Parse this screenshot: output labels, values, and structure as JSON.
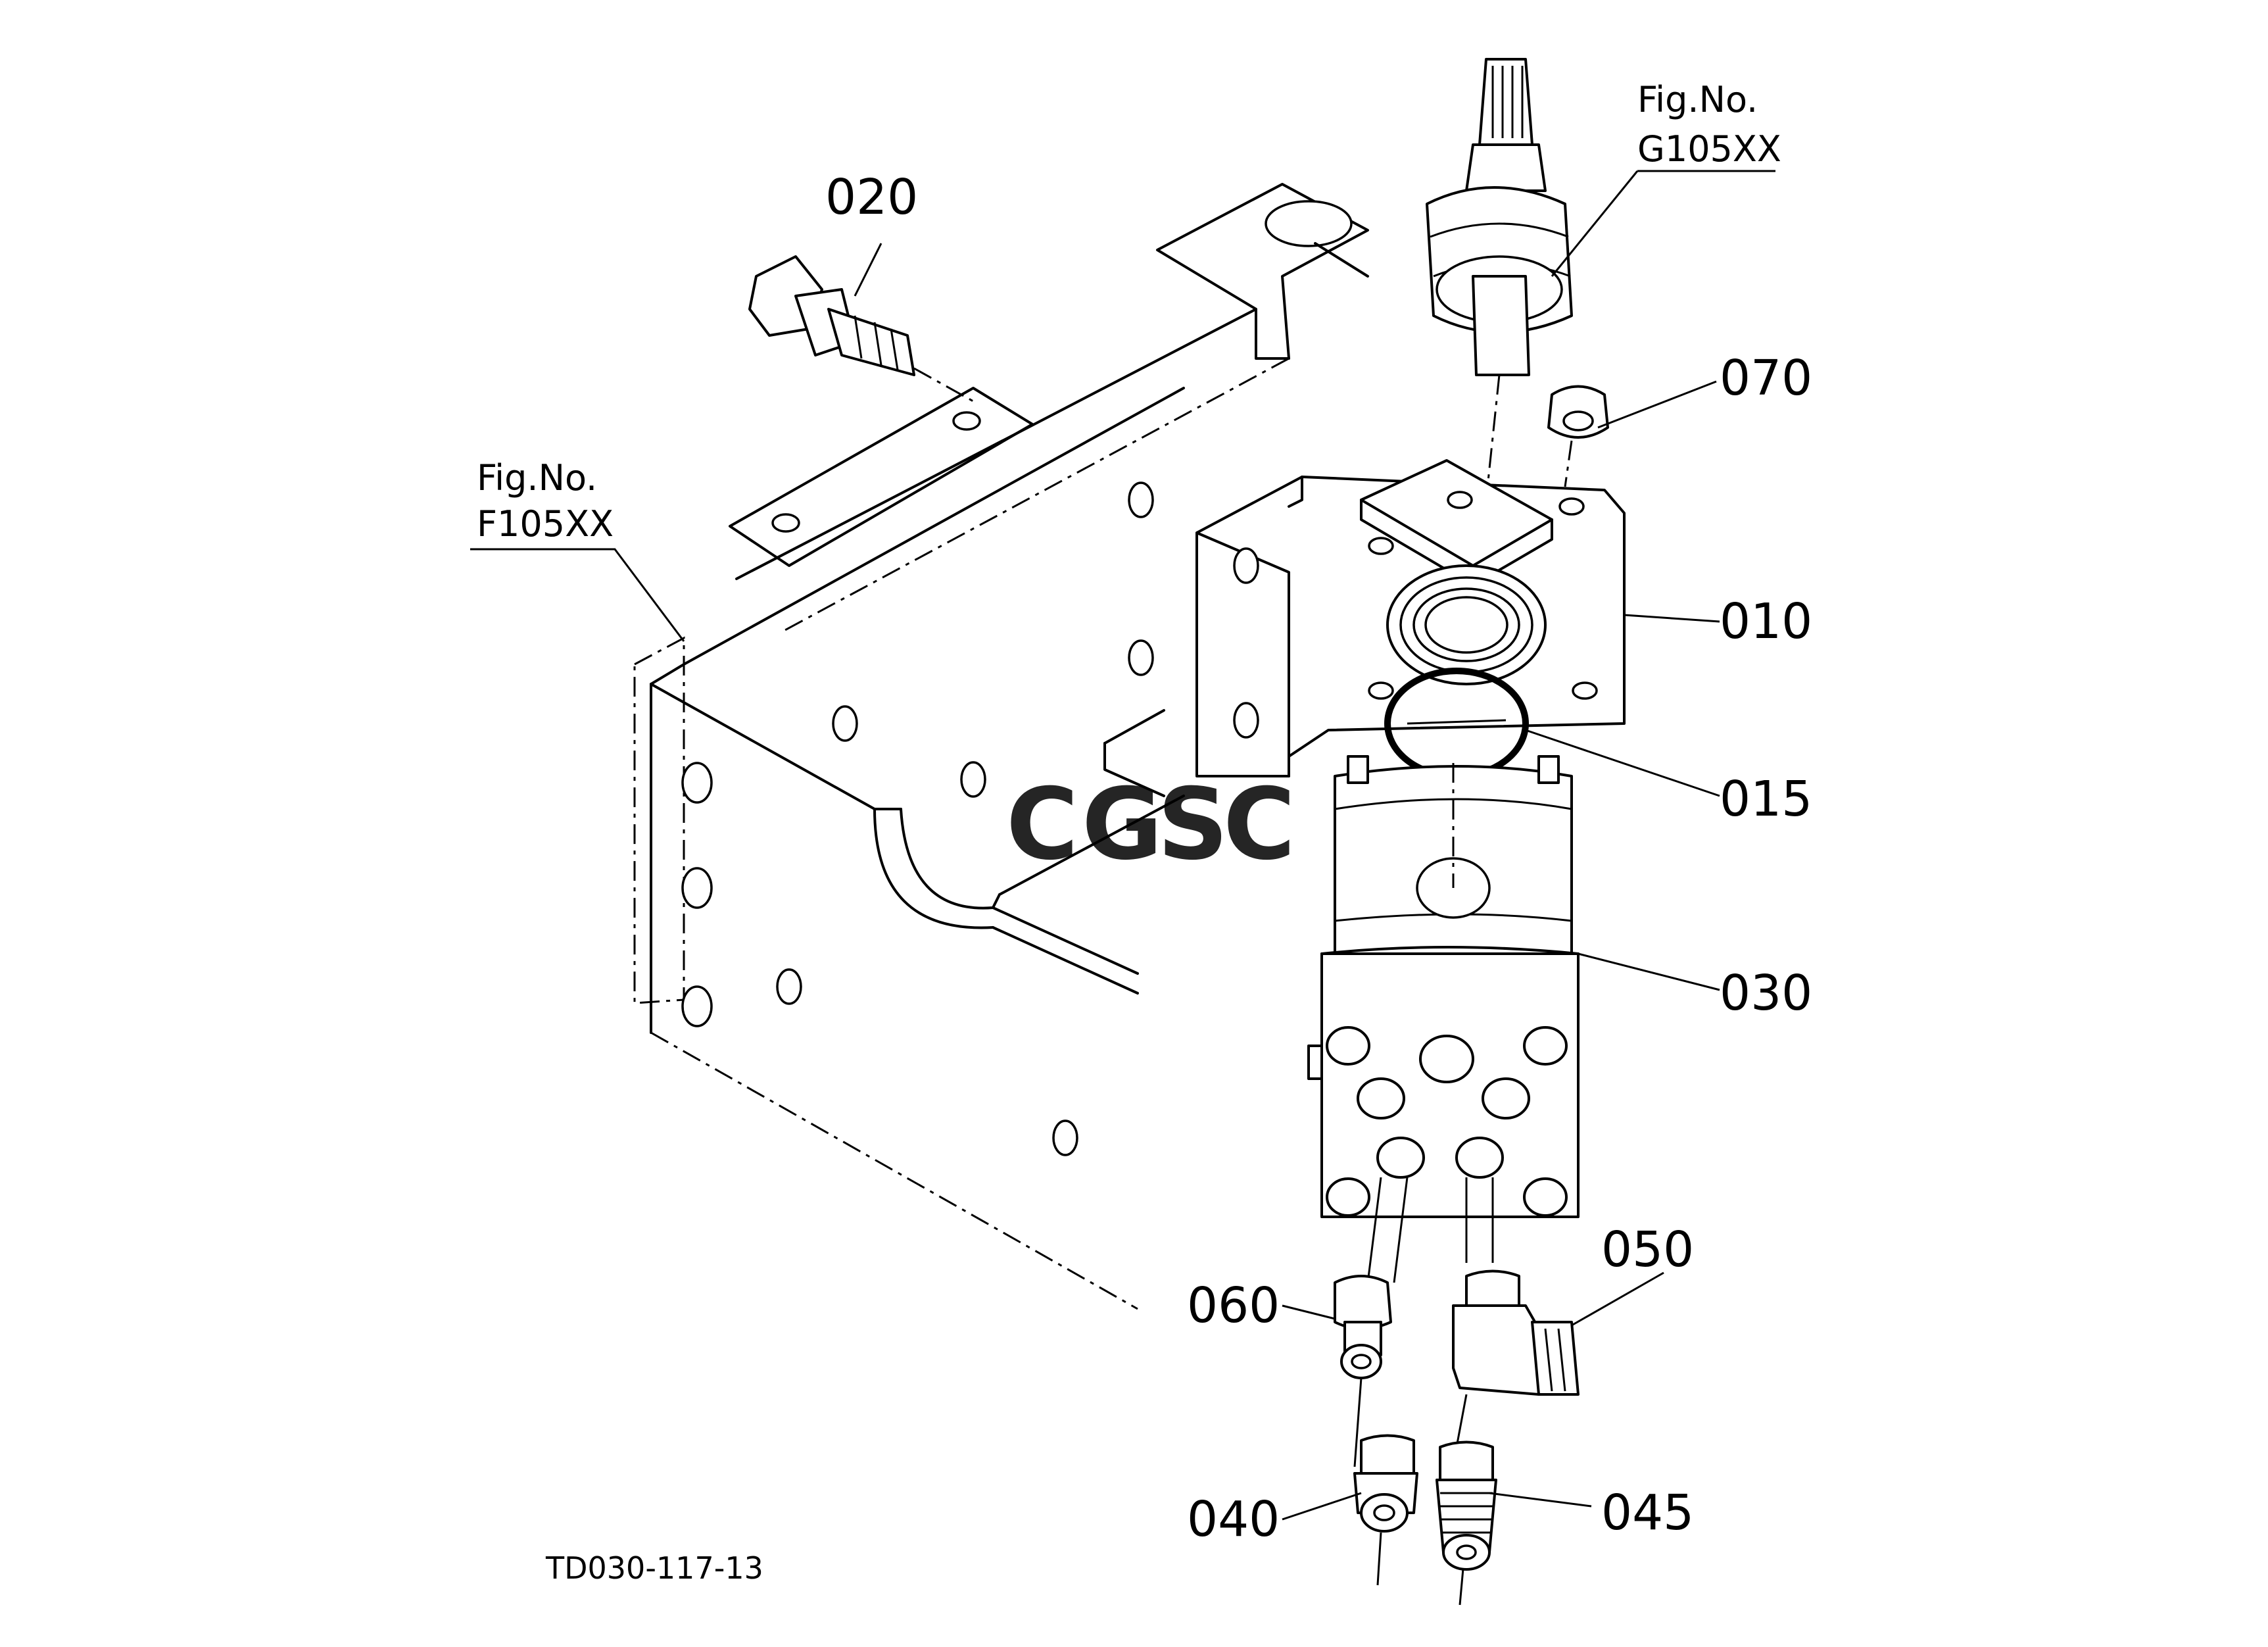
{
  "diagram": {
    "drawing_number": "TD030-117-13",
    "watermark": {
      "letters": [
        "C",
        "G",
        "S",
        "C"
      ],
      "colors": [
        "#4a8ff0",
        "#f08a80",
        "#f5c84a",
        "#5cbf8a"
      ]
    },
    "callouts": {
      "c010": "010",
      "c015": "015",
      "c020": "020",
      "c030": "030",
      "c040": "040",
      "c045": "045",
      "c050": "050",
      "c060": "060",
      "c070": "070"
    },
    "fig_refs": {
      "g_line1": "Fig.No.",
      "g_line2": "G105XX",
      "f_line1": "Fig.No.",
      "f_line2": "F105XX"
    }
  }
}
